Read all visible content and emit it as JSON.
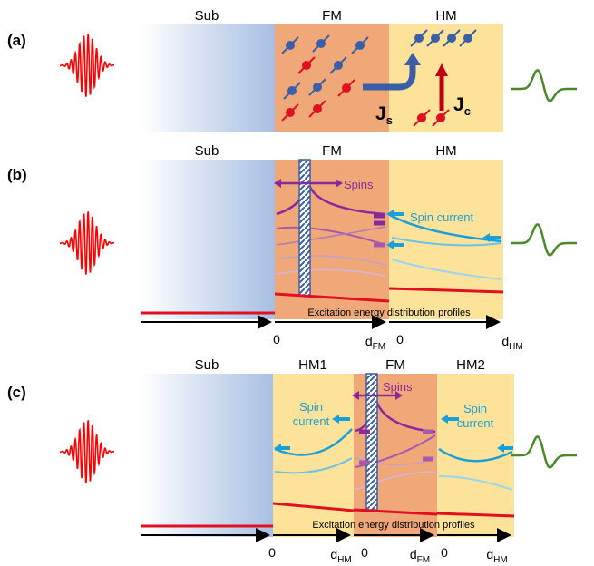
{
  "colors": {
    "sub_start": "#ffffff",
    "sub_end": "#a8bfe3",
    "fm": "#f0a878",
    "hm": "#fde39a",
    "pulse": "#ff0000",
    "thz": "#4a8a2a",
    "spin_red": "#e01020",
    "spin_blue": "#3a5fa8",
    "spins_purple": "#8a2a9a",
    "spin_current": "#1aa0d8",
    "profile_red": "#e01020",
    "axis": "#000000"
  },
  "panel_a": {
    "label": "(a)",
    "sub": "Sub",
    "fm": "FM",
    "hm": "HM",
    "js": "J",
    "js_sub": "s",
    "jc": "J",
    "jc_sub": "c"
  },
  "panel_b": {
    "label": "(b)",
    "sub": "Sub",
    "fm": "FM",
    "hm": "HM",
    "spins": "Spins",
    "spin_current": "Spin current",
    "profiles": "Excitation energy distribution profiles",
    "tick0": "0",
    "tick_dfm": "d",
    "tick_dfm_sub": "FM",
    "tick0b": "0",
    "tick_dhm": "d",
    "tick_dhm_sub": "HM"
  },
  "panel_c": {
    "label": "(c)",
    "sub": "Sub",
    "hm1": "HM1",
    "fm": "FM",
    "hm2": "HM2",
    "spins": "Spins",
    "spin_current_l1": "Spin",
    "spin_current_l2": "current",
    "spin_current_r1": "Spin",
    "spin_current_r2": "current",
    "profiles": "Excitation energy distribution profiles",
    "tick0": "0",
    "tick_dhm1": "d",
    "tick_dhm1_sub": "HM",
    "tick0b": "0",
    "tick_dfm": "d",
    "tick_dfm_sub": "FM",
    "tick0c": "0",
    "tick_dhm2": "d",
    "tick_dhm2_sub": "HM"
  }
}
